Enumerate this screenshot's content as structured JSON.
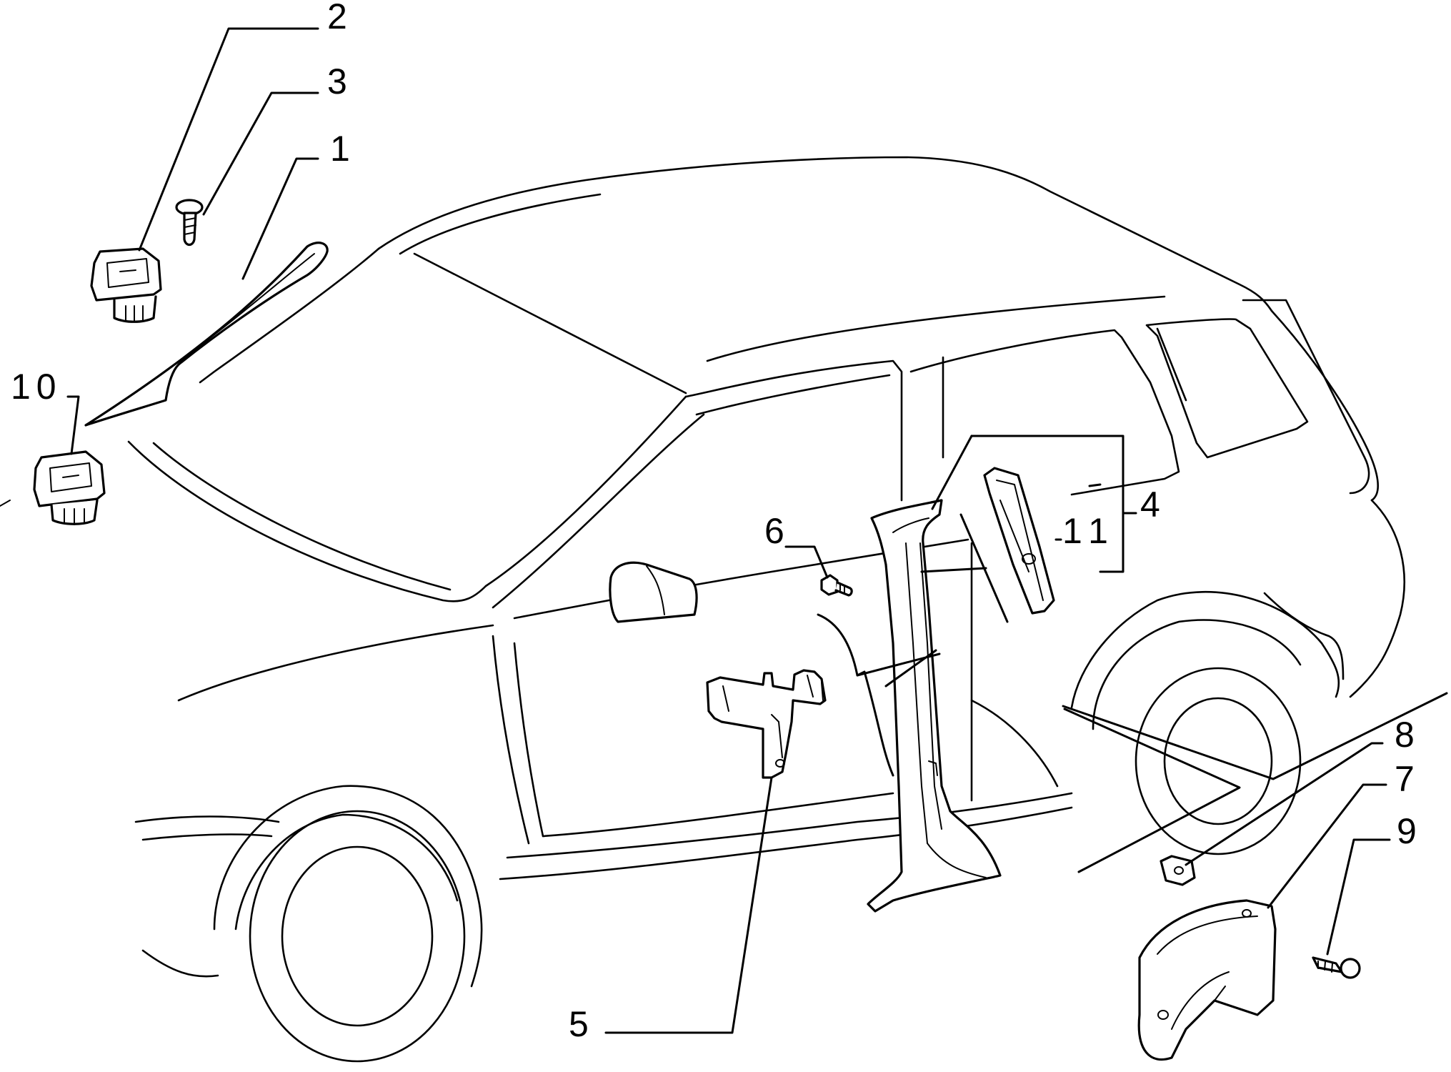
{
  "diagram": {
    "colors": {
      "line": "#000000",
      "background": "#ffffff"
    },
    "callouts": [
      {
        "id": "c1",
        "text": "1"
      },
      {
        "id": "c2",
        "text": "2"
      },
      {
        "id": "c3",
        "text": "3"
      },
      {
        "id": "c4",
        "text": "4"
      },
      {
        "id": "c5",
        "text": "5"
      },
      {
        "id": "c6",
        "text": "6"
      },
      {
        "id": "c7",
        "text": "7"
      },
      {
        "id": "c8",
        "text": "8"
      },
      {
        "id": "c9",
        "text": "9"
      },
      {
        "id": "c10",
        "text": "10"
      },
      {
        "id": "c11",
        "text": "11"
      }
    ]
  }
}
